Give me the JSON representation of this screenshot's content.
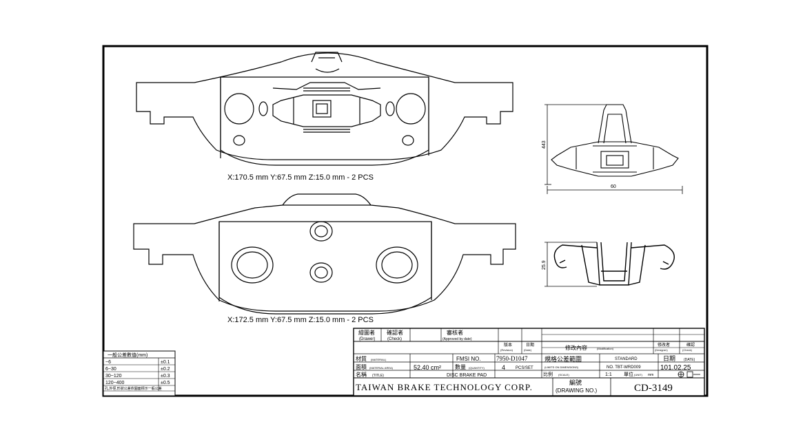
{
  "pads": {
    "top_caption": "X:170.5 mm Y:67.5 mm Z:15.0 mm - 2 PCS",
    "bottom_caption": "X:172.5 mm Y:67.5 mm Z:15.0 mm - 2 PCS"
  },
  "clip": {
    "height_dim": "443",
    "width_dim": "60",
    "side_dim": "25.9"
  },
  "tolerance": {
    "title": "一般公差數值(mm)",
    "rows": [
      {
        "range": "~6",
        "tol": "±0.1"
      },
      {
        "range": "6~30",
        "tol": "±0.2"
      },
      {
        "range": "30~120",
        "tol": "±0.3"
      },
      {
        "range": "120~400",
        "tol": "±0.5"
      }
    ],
    "note": "孔,外徑,形狀公差依圖面標示一般公差"
  },
  "title_block": {
    "drawer": "繪圖者",
    "drawer_en": "(Drawer)",
    "checker": "確認者",
    "checker_en": "(Check)",
    "approver": "審核者",
    "approver_en": "(Approved by date)",
    "rev_no": "版本",
    "rev_no_en": "(Revision)",
    "date_col": "日期",
    "date_col_en": "(Date)",
    "mod_content": "修改內容",
    "mod_content_en": "(Modification)",
    "mod_by": "修改者",
    "mod_by_en": "(Designer)",
    "confirm": "確認",
    "confirm_en": "(Check)",
    "material_label": "材質",
    "material_en": "(MATERIAL)",
    "fmsi_label": "FMSI NO.",
    "fmsi_value": "7950-D1047",
    "spec_label": "規格公差範圍",
    "spec_en": "(LIMITS ON DIMENSIONS)",
    "standard_label": "STANDARD",
    "standard_value": "NO. TBT-WRD009",
    "date_label": "日期",
    "date_en": "(DATE)",
    "area_label": "面積",
    "area_en": "(MATERIAL AREA)",
    "area_value": "52.40 cm²",
    "qty_label": "數量",
    "qty_en": "(QUANTITY)",
    "qty_value": "4",
    "qty_unit": "PCS/SET",
    "scale_label": "比例",
    "scale_en": "(SCALE)",
    "scale_value": "1:1",
    "unit_label": "單位",
    "unit_en": "(UNIT)",
    "unit_value": "mm",
    "date_value": "101.02.25",
    "name_label": "名稱",
    "name_en": "(TITLE)",
    "name_value": "DISC BRAKE PAD",
    "company": "TAIWAN BRAKE TECHNOLOGY CORP.",
    "drawing_no_label": "編號",
    "drawing_no_en": "(DRAWING NO.)",
    "drawing_no_value": "CD-3149"
  }
}
